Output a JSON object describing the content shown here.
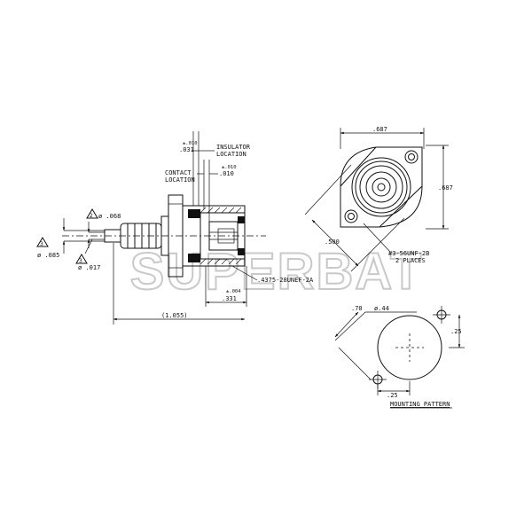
{
  "watermark": "SUPERBAT",
  "side_view": {
    "dim_top_tol": "±.010",
    "dim_031": ".031",
    "insulator_label": "INSULATOR",
    "insulator_label2": "LOCATION",
    "contact_label": "CONTACT",
    "contact_label2": "LOCATION",
    "contact_tol": "±.010",
    "contact_010": ".010",
    "dia_068": "ø .068",
    "dia_085": "ø .085",
    "dia_017": "ø .017",
    "thread": ".4375-28UNEF-2A",
    "tol_004": "±.004",
    "dim_331": ".331",
    "dim_1055": "(1.055)",
    "note_tri_2": "2",
    "note_tri_3a": "3",
    "note_tri_3b": "3"
  },
  "front_view": {
    "dim_687_top": ".687",
    "dim_687_side": ".687",
    "dim_500": ".500",
    "hole_note": "#3-56UNF-2B",
    "hole_note2": "2 PLACES"
  },
  "mounting": {
    "dim_70": ".70",
    "dia_44": "ø.44",
    "dim_25_v": ".25",
    "dim_25_h": ".25",
    "title": "MOUNTING PATTERN"
  }
}
